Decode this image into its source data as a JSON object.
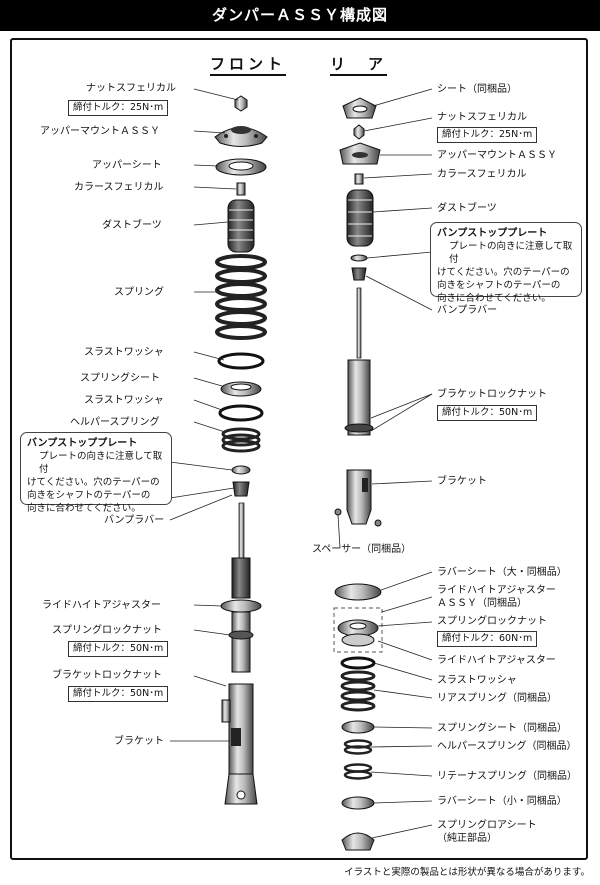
{
  "title": "ダンパーＡＳＳＹ構成図",
  "front_heading": "フロント",
  "rear_heading": "リ　ア",
  "front": {
    "nut_spherical": "ナットスフェリカル",
    "torque_nut": "締付トルク：25N･m",
    "upper_mount": "アッパーマウントＡＳＳＹ",
    "upper_sheet": "アッパーシート",
    "collar_spherical": "カラースフェリカル",
    "dust_boots": "ダストブーツ",
    "spring": "スプリング",
    "thrust_washer_1": "スラストワッシャ",
    "spring_sheet": "スプリングシート",
    "thrust_washer_2": "スラストワッシャ",
    "helper_spring": "ヘルパースプリング",
    "bump_plate_title": "バンプストッププレート",
    "bump_plate_text": [
      "プレートの向きに注意して取付",
      "けてください。穴のテーパーの",
      "向きをシャフトのテーパーの",
      "向きに合わせてください。"
    ],
    "bump_rubber": "バンプラバー",
    "ride_height_adjuster": "ライドハイトアジャスター",
    "spring_lock_nut": "スプリングロックナット",
    "torque_spring_lock": "締付トルク：50N･m",
    "bracket_lock_nut": "ブラケットロックナット",
    "torque_bracket_lock": "締付トルク：50N･m",
    "bracket": "ブラケット"
  },
  "rear": {
    "sheet": "シート（同梱品）",
    "nut_spherical": "ナットスフェリカル",
    "torque_nut": "締付トルク：25N･m",
    "upper_mount": "アッパーマウントＡＳＳＹ",
    "collar_spherical": "カラースフェリカル",
    "dust_boots": "ダストブーツ",
    "bump_plate_title": "バンプストッププレート",
    "bump_plate_text": [
      "プレートの向きに注意して取付",
      "けてください。穴のテーパーの",
      "向きをシャフトのテーパーの",
      "向きに合わせてください。"
    ],
    "bump_rubber": "バンプラバー",
    "bracket_lock_nut": "ブラケットロックナット",
    "torque_bracket_lock": "締付トルク：50N･m",
    "bracket": "ブラケット",
    "spacer": "スペーサー（同梱品）",
    "rubber_sheet_large": "ラバーシート（大・同梱品）",
    "ride_height_assy_1": "ライドハイトアジャスター",
    "ride_height_assy_2": "ＡＳＳＹ（同梱品）",
    "spring_lock_nut": "スプリングロックナット",
    "torque_spring_lock": "締付トルク：60N･m",
    "ride_height_adjuster": "ライドハイトアジャスター",
    "thrust_washer": "スラストワッシャ",
    "rear_spring": "リアスプリング（同梱品）",
    "spring_sheet": "スプリングシート（同梱品）",
    "helper_spring": "ヘルパースプリング（同梱品）",
    "retainer_spring": "リテーナスプリング（同梱品）",
    "rubber_sheet_small": "ラバーシート（小・同梱品）",
    "spring_lower_sheet_1": "スプリングロアシート",
    "spring_lower_sheet_2": "（純正部品）"
  },
  "footnote": "イラストと実際の製品とは形状が異なる場合があります。"
}
